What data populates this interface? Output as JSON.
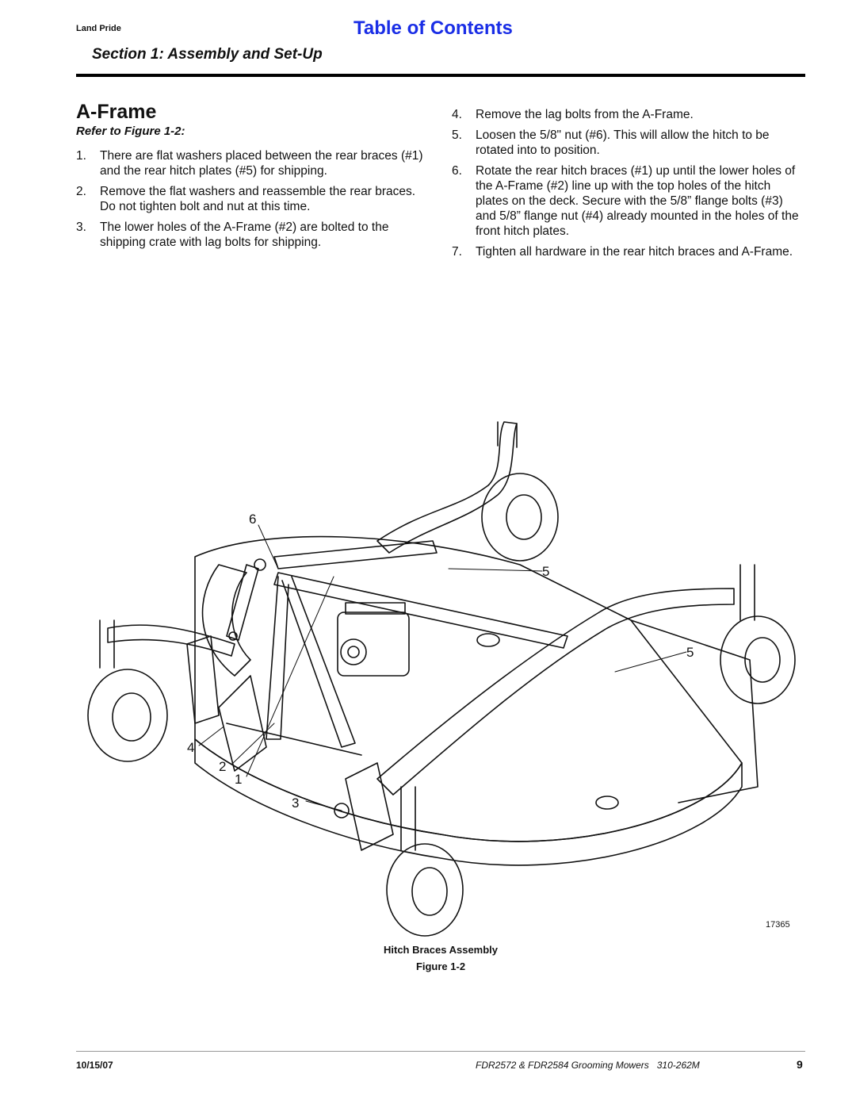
{
  "header": {
    "brand": "Land Pride",
    "toc_link": "Table of Contents",
    "section": "Section 1: Assembly and Set-Up"
  },
  "content": {
    "heading": "A-Frame",
    "refer": "Refer to Figure 1-2:",
    "left_steps": [
      {
        "num": "1.",
        "text": "There are flat washers placed between the rear braces (#1) and the rear hitch plates (#5) for shipping."
      },
      {
        "num": "2.",
        "text": "Remove the flat washers and reassemble the rear braces. Do not tighten bolt and nut at this time."
      },
      {
        "num": "3.",
        "text": "The lower holes of the A-Frame (#2) are bolted to the shipping crate with lag bolts for shipping."
      }
    ],
    "right_steps": [
      {
        "num": "4.",
        "text": "Remove the lag bolts from the A-Frame."
      },
      {
        "num": "5.",
        "text": "Loosen the 5/8\" nut (#6). This will allow the hitch to be rotated into to position."
      },
      {
        "num": "6.",
        "text": "Rotate the rear hitch braces (#1) up until the lower holes of the A-Frame (#2) line up with the top holes of the hitch plates on the deck. Secure with the 5/8” flange bolts (#3) and 5/8” flange nut (#4) already mounted in the holes of the front hitch plates."
      },
      {
        "num": "7.",
        "text": "Tighten all hardware in the rear hitch braces and A-Frame."
      }
    ]
  },
  "figure": {
    "callouts": [
      "6",
      "5",
      "5",
      "4",
      "2",
      "1",
      "3"
    ],
    "drawing_number": "17365",
    "caption": "Hitch Braces Assembly",
    "label": "Figure 1-2"
  },
  "footer": {
    "date": "10/15/07",
    "document": "FDR2572 & FDR2584 Grooming Mowers   310-262M",
    "page": "9"
  }
}
